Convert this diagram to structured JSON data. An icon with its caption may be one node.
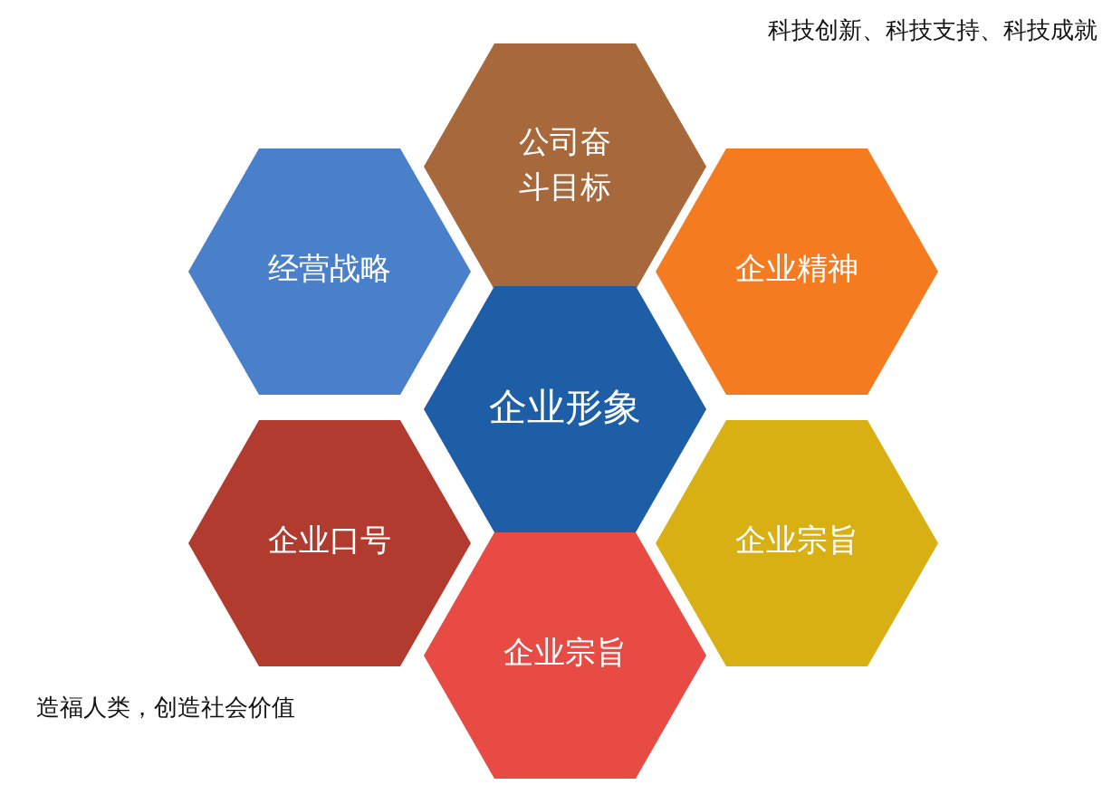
{
  "diagram": {
    "nodes": [
      {
        "text": [
          "公司奋斗目标"
        ]
      },
      {
        "text": [
          "经营战略"
        ]
      },
      {
        "text": [
          "企业精神"
        ]
      },
      {
        "text": [
          "企业形象"
        ]
      },
      {
        "text": [
          "企业口号"
        ]
      },
      {
        "text": [
          "企业宗旨"
        ]
      },
      {
        "text": [
          "企业宗旨"
        ]
      }
    ],
    "edges": [],
    "labels": [
      "科技创新、科技支持、科技成就",
      "造福人类，创造社会价值"
    ]
  }
}
